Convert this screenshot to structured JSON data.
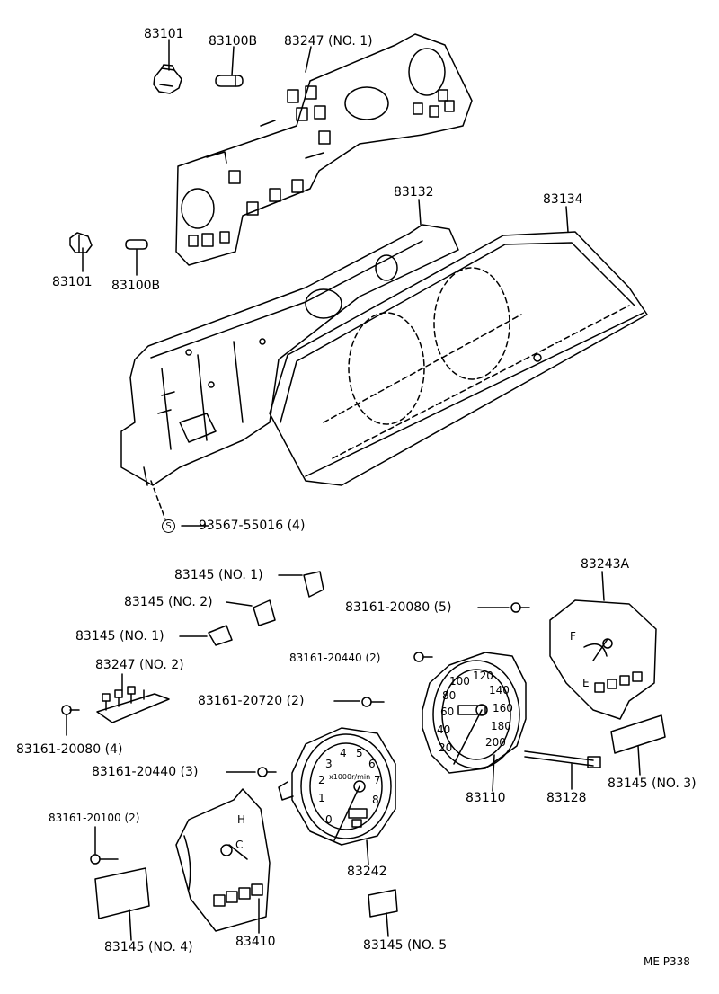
{
  "labels": {
    "p83101_a": "83101",
    "p83100b_a": "83100B",
    "p83247_no1": "83247 (NO. 1)",
    "p83101_b": "83101",
    "p83100b_b": "83100B",
    "p83132": "83132",
    "p83134": "83134",
    "screw_93567": "93567-55016 (4)",
    "screw_symbol": "S",
    "p83145_no1_a": "83145 (NO. 1)",
    "p83145_no2": "83145 (NO. 2)",
    "p83145_no1_b": "83145 (NO. 1)",
    "p83247_no2": "83247 (NO. 2)",
    "p83161_20080_4": "83161-20080 (4)",
    "p83161_20080_5": "83161-20080 (5)",
    "p83161_20440_2": "83161-20440 (2)",
    "p83161_20720_2": "83161-20720 (2)",
    "p83161_20440_3": "83161-20440 (3)",
    "p83161_20100_2": "83161-20100 (2)",
    "p83243a": "83243A",
    "p83110": "83110",
    "p83128": "83128",
    "p83145_no3": "83145 (NO. 3)",
    "p83242": "83242",
    "p83145_no4": "83145 (NO. 4)",
    "p83410": "83410",
    "p83145_no5": "83145 (NO. 5",
    "page_code": "ME P338"
  },
  "speedometer_ticks": [
    "20",
    "40",
    "60",
    "80",
    "100",
    "120",
    "140",
    "160",
    "180",
    "200"
  ],
  "tachometer_ticks": [
    "0",
    "1",
    "2",
    "3",
    "4",
    "5",
    "6",
    "7",
    "8"
  ],
  "tachometer_unit": "x1000r/min",
  "gauge_letters": [
    "F",
    "E",
    "H",
    "C"
  ]
}
